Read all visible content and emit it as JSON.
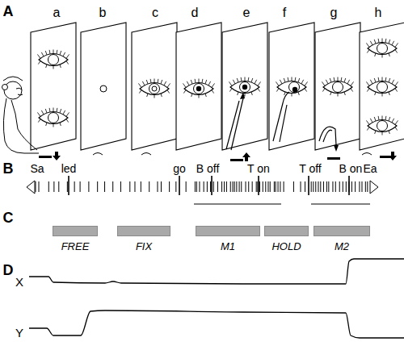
{
  "diagram": {
    "nodes": [
      {
        "text": [
          "FREE"
        ]
      },
      {
        "text": [
          "FIX"
        ]
      },
      {
        "text": [
          "M1"
        ]
      },
      {
        "text": [
          "HOLD"
        ]
      },
      {
        "text": [
          "M2"
        ]
      }
    ],
    "labels": [
      "A",
      "a",
      "b",
      "c",
      "d",
      "e",
      "f",
      "g",
      "h",
      "B",
      "Sa",
      "led",
      "go",
      "B off",
      "T on",
      "T off",
      "B on",
      "Ea",
      "C",
      "D",
      "X",
      "Y"
    ]
  }
}
